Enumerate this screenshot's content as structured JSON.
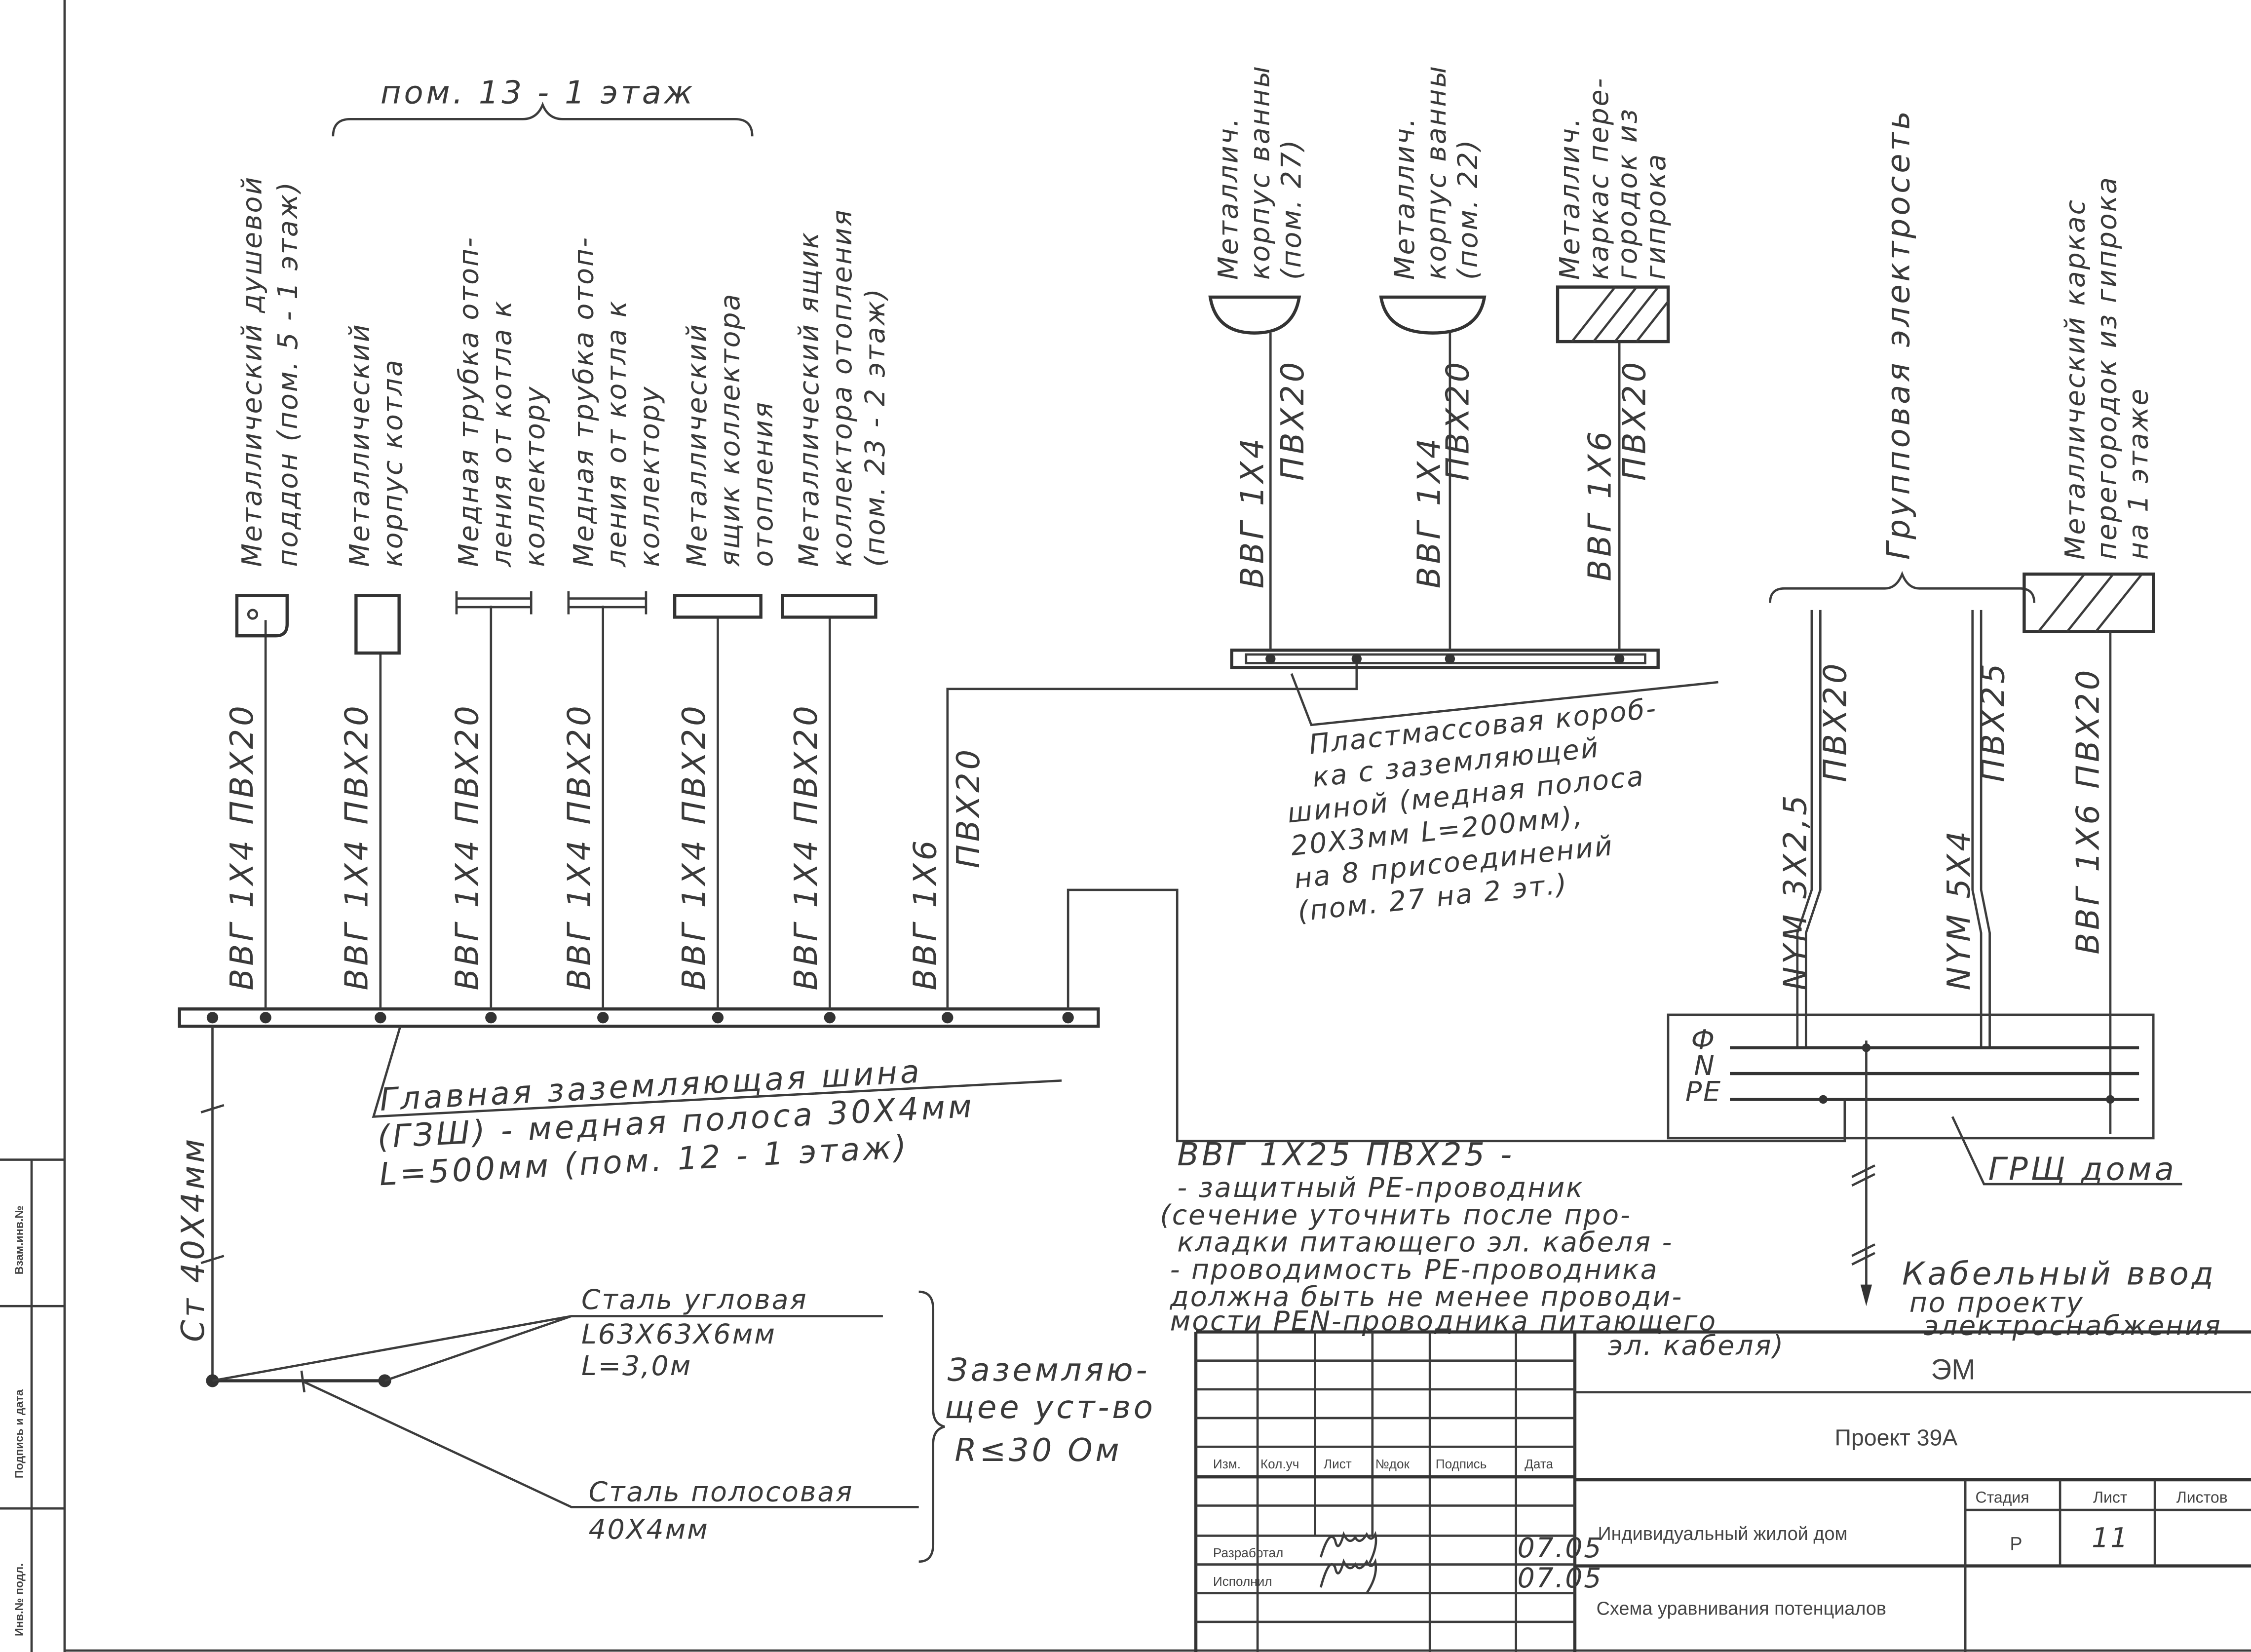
{
  "items_left": [
    {
      "lines": [
        "Металлический душевой",
        "поддон (пом. 5 - 1 этаж)"
      ],
      "cable": "ВВГ 1Х4 ПВХ20"
    },
    {
      "lines": [
        "Металлический",
        "корпус котла"
      ],
      "cable": "ВВГ 1Х4 ПВХ20"
    },
    {
      "lines": [
        "Медная трубка отоп-",
        "ления от котла к",
        "коллектору"
      ],
      "cable": "ВВГ 1Х4 ПВХ20"
    },
    {
      "lines": [
        "Медная трубка отоп-",
        "ления от котла к",
        "коллектору"
      ],
      "cable": "ВВГ 1Х4 ПВХ20"
    },
    {
      "lines": [
        "Металлический",
        "ящик коллектора",
        "отопления"
      ],
      "cable": "ВВГ 1Х4 ПВХ20"
    },
    {
      "lines": [
        "Металлический ящик",
        "коллектора отопления",
        "(пом. 23 - 2 этаж)"
      ],
      "cable": "ВВГ 1Х4 ПВХ20"
    }
  ],
  "room_brace_label": "пом. 13 - 1 этаж",
  "cable_to_box": [
    "ВВГ 1Х6",
    "ПВХ20"
  ],
  "items_top": [
    {
      "lines": [
        "Металлич.",
        "корпус ванны",
        "(пом. 27)"
      ],
      "cable": [
        "ВВГ 1Х4",
        "ПВХ20"
      ]
    },
    {
      "lines": [
        "Металлич.",
        "корпус ванны",
        "(пом. 22)"
      ],
      "cable": [
        "ВВГ 1Х4",
        "ПВХ20"
      ]
    },
    {
      "lines": [
        "Металлич.",
        "каркас пере-",
        "городок из",
        "гипрока"
      ],
      "cable": [
        "ВВГ 1Х6",
        "ПВХ20"
      ]
    }
  ],
  "plastic_box_note": [
    "Пластмассовая короб-",
    "ка с заземляющей",
    "шиной (медная полоса",
    "20Х3мм  L=200мм),",
    "на 8 присоединений",
    "(пом. 27 на 2 эт.)"
  ],
  "group_network_label": "Групповая электросеть",
  "right_cables": [
    [
      "NYM 3Х2,5",
      "ПВХ20"
    ],
    [
      "NYM 5Х4",
      "ПВХ25"
    ]
  ],
  "right_item": {
    "lines": [
      "Металлический каркас",
      "перегородок из гипрока",
      "на 1 этаже"
    ],
    "cable": "ВВГ 1Х6 ПВХ20"
  },
  "panel": {
    "phase": "Ф",
    "neutral": "N",
    "pe": "PE",
    "label": "ГРЩ дома"
  },
  "cable_entry": [
    "Кабельный ввод",
    "по проекту",
    "электроснабжения"
  ],
  "main_bus_note": [
    "Главная заземляющая шина",
    "(ГЗШ) - медная полоса 30Х4мм",
    "L=500мм  (пом. 12 - 1 этаж)"
  ],
  "pe_note": [
    "ВВГ 1Х25  ПВХ25 -",
    "- защитный PE-проводник",
    "(сечение уточнить после про-",
    "кладки питающего эл. кабеля -",
    "- проводимость PE-проводника",
    "должна быть не менее проводи-",
    "мости PEN-проводника питающего",
    "эл. кабеля)"
  ],
  "strip_label": "Ст 40Х4мм",
  "angle_steel": [
    "Сталь угловая",
    "L63Х63Х6мм",
    "L=3,0м"
  ],
  "strip_steel": [
    "Сталь полосовая",
    "40Х4мм"
  ],
  "earthing": [
    "Заземляю-",
    "щее уст-во",
    "R≤30 Ом"
  ],
  "side_stamp": [
    "Взам.инв.№",
    "Подпись и дата",
    "Инв.№ подл."
  ],
  "title_block": {
    "code": "ЭМ",
    "project": "Проект 39А",
    "headers": [
      "Изм.",
      "Кол.уч",
      "Лист",
      "№док",
      "Подпись",
      "Дата"
    ],
    "rows": [
      {
        "role": "Разработал",
        "date": "07.05"
      },
      {
        "role": "Исполнил",
        "date": "07.05"
      }
    ],
    "object": "Индивидуальный жилой дом",
    "sheet_title": "Схема уравнивания потенциалов",
    "stage_label": "Стадия",
    "sheet_label": "Лист",
    "sheets_label": "Листов",
    "stage": "Р",
    "sheet": "11",
    "sheets": ""
  }
}
